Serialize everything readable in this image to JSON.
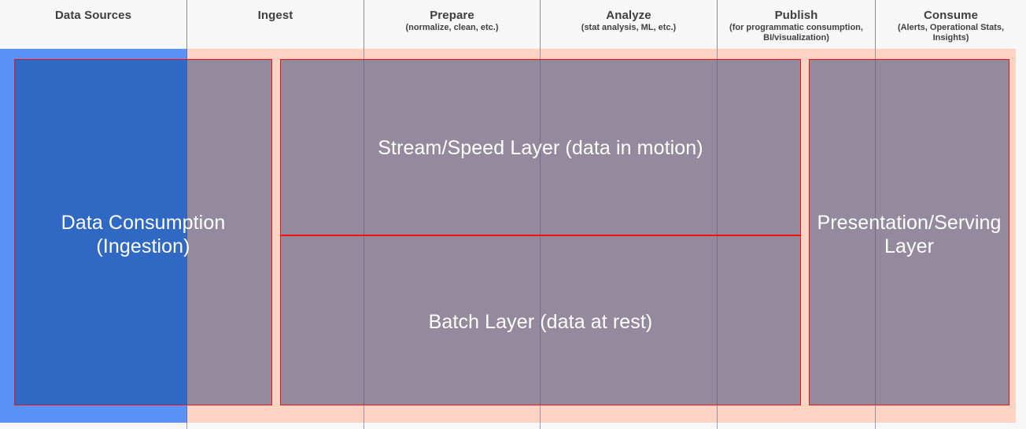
{
  "header": {
    "columns": [
      {
        "title": "Data Sources",
        "subtitle": ""
      },
      {
        "title": "Ingest",
        "subtitle": ""
      },
      {
        "title": "Prepare",
        "subtitle": "(normalize, clean, etc.)"
      },
      {
        "title": "Analyze",
        "subtitle": "(stat analysis, ML,  etc.)"
      },
      {
        "title": "Publish",
        "subtitle": "(for programmatic consumption, BI/visualization)"
      },
      {
        "title": "Consume",
        "subtitle": "(Alerts, Operational Stats, Insights)"
      }
    ]
  },
  "diagram": {
    "blocks": [
      {
        "id": "ingestion",
        "label": "Data Consumption\n(Ingestion)"
      },
      {
        "id": "stream",
        "label": "Stream/Speed Layer (data in motion)"
      },
      {
        "id": "batch",
        "label": "Batch Layer (data at rest)"
      },
      {
        "id": "serving",
        "label": "Presentation/Serving\nLayer"
      }
    ]
  },
  "colors": {
    "header_background": "#f7f7f7",
    "header_text": "#3f3f3f",
    "band_blue": "#5b92f7",
    "band_peach": "#fdd3c3",
    "block_blue": "#2f69c3",
    "overlay_purple": "#948a9e",
    "outline_red": "#fa1010",
    "divider_gray": "#8c8c8c",
    "label_text": "#ffffff"
  }
}
